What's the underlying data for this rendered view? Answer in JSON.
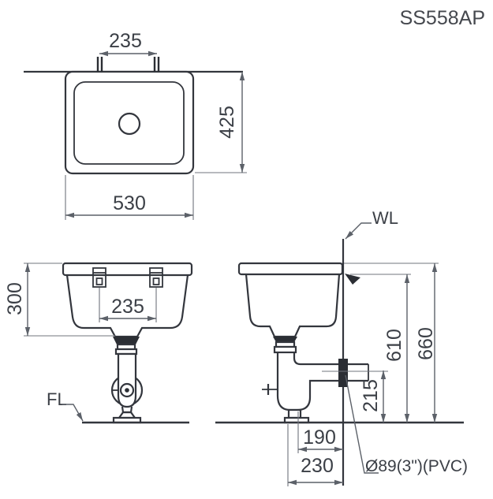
{
  "model": "SS558AP",
  "labels": {
    "water_line": "WL",
    "floor_line": "FL",
    "pipe_spec": "Ø89(3\")(PVC)"
  },
  "dimensions": {
    "top_view": {
      "bracket_span": "235",
      "depth": "425",
      "width": "530"
    },
    "front_view": {
      "height": "300",
      "bracket_span": "235"
    },
    "side_view": {
      "overall_height": "660",
      "water_line_height": "610",
      "drain_pipe_height": "215",
      "trap_to_wall": "190",
      "base_to_wall": "230"
    }
  },
  "colors": {
    "outline": "#33363d",
    "dimension": "#5c6169",
    "text": "#3b3f46",
    "background": "#ffffff"
  }
}
